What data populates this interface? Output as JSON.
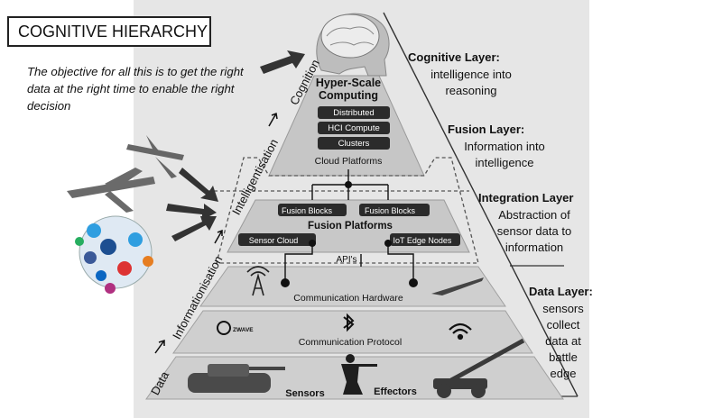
{
  "title": "COGNITIVE HIERARCHY",
  "objective": "The objective for all this is to get the right data at the right time to enable the right decision",
  "side_axis": {
    "data": "Data",
    "informationisation": "Informationisation",
    "intelligentisation": "Intelligentisation",
    "cognition": "Cognition"
  },
  "pyramid": {
    "hyper_scale": "Hyper-Scale",
    "computing": "Computing",
    "bars": [
      "Distributed",
      "HCI Compute",
      "Clusters"
    ],
    "cloud_platforms": "Cloud Platforms",
    "fusion_blocks_left": "Fusion Blocks",
    "fusion_blocks_right": "Fusion Blocks",
    "fusion_platforms": "Fusion Platforms",
    "sensor_cloud": "Sensor Cloud",
    "iot_edge_nodes": "IoT Edge Nodes",
    "apis": "API's",
    "communication_hardware": "Communication Hardware",
    "zwave": "ZWAVE",
    "communication_protocol": "Communication Protocol",
    "sensors": "Sensors",
    "effectors": "Effectors"
  },
  "layers": {
    "cognitive": {
      "title": "Cognitive Layer:",
      "lines": [
        "intelligence into",
        "reasoning"
      ]
    },
    "fusion": {
      "title": "Fusion Layer:",
      "lines": [
        "Information into",
        "intelligence"
      ]
    },
    "integration": {
      "title": "Integration Layer",
      "lines": [
        "Abstraction of",
        "sensor data to",
        "information"
      ]
    },
    "data": {
      "title": "Data Layer:",
      "lines": [
        "sensors",
        "collect",
        "data at",
        "battle",
        "edge"
      ]
    }
  },
  "icons": [
    "brain-head-icon",
    "drone-icon",
    "airplane-icon",
    "social-network-icon",
    "radio-tower-icon",
    "glider-icon",
    "bluetooth-icon",
    "wifi-icon",
    "tank-icon",
    "soldier-icon",
    "artillery-icon"
  ],
  "colors": {
    "background": "#ffffff",
    "panel": "#e4e4e4",
    "tier": "#c8c8c8",
    "dark_bar": "#2b2b2b",
    "text": "#111111"
  }
}
